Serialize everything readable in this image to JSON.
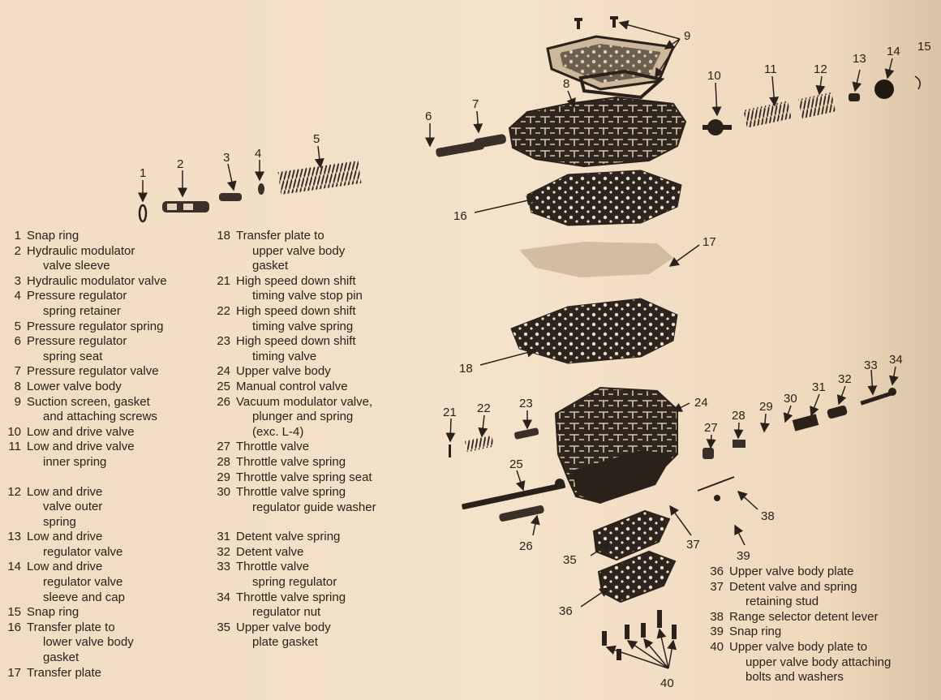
{
  "callouts": [
    {
      "n": "1"
    },
    {
      "n": "2"
    },
    {
      "n": "3"
    },
    {
      "n": "4"
    },
    {
      "n": "5"
    },
    {
      "n": "6"
    },
    {
      "n": "7"
    },
    {
      "n": "8"
    },
    {
      "n": "9"
    },
    {
      "n": "10"
    },
    {
      "n": "11"
    },
    {
      "n": "12"
    },
    {
      "n": "13"
    },
    {
      "n": "14"
    },
    {
      "n": "15"
    },
    {
      "n": "16"
    },
    {
      "n": "17"
    },
    {
      "n": "18"
    },
    {
      "n": "21"
    },
    {
      "n": "22"
    },
    {
      "n": "23"
    },
    {
      "n": "24"
    },
    {
      "n": "25"
    },
    {
      "n": "26"
    },
    {
      "n": "27"
    },
    {
      "n": "28"
    },
    {
      "n": "29"
    },
    {
      "n": "30"
    },
    {
      "n": "31"
    },
    {
      "n": "32"
    },
    {
      "n": "33"
    },
    {
      "n": "34"
    },
    {
      "n": "35"
    },
    {
      "n": "36"
    },
    {
      "n": "37"
    },
    {
      "n": "38"
    },
    {
      "n": "39"
    },
    {
      "n": "40"
    }
  ],
  "legend": {
    "col1": [
      {
        "num": "1",
        "lines": [
          "Snap ring"
        ]
      },
      {
        "num": "2",
        "lines": [
          "Hydraulic modulator",
          "valve sleeve"
        ]
      },
      {
        "num": "3",
        "lines": [
          "Hydraulic modulator valve"
        ]
      },
      {
        "num": "4",
        "lines": [
          "Pressure regulator",
          "spring retainer"
        ]
      },
      {
        "num": "5",
        "lines": [
          "Pressure regulator spring"
        ]
      },
      {
        "num": "6",
        "lines": [
          "Pressure regulator",
          "spring seat"
        ]
      },
      {
        "num": "7",
        "lines": [
          "Pressure regulator valve"
        ]
      },
      {
        "num": "8",
        "lines": [
          "Lower valve body"
        ]
      },
      {
        "num": "9",
        "lines": [
          "Suction screen, gasket",
          "and attaching screws"
        ]
      },
      {
        "num": "10",
        "lines": [
          "Low and drive valve"
        ]
      },
      {
        "num": "11",
        "lines": [
          "Low and drive valve",
          "inner spring"
        ],
        "gap_after": true
      },
      {
        "num": "12",
        "lines": [
          "Low and drive",
          "valve outer",
          "spring"
        ]
      },
      {
        "num": "13",
        "lines": [
          "Low and drive",
          "regulator valve"
        ]
      },
      {
        "num": "14",
        "lines": [
          "Low and drive",
          "regulator valve",
          "sleeve and cap"
        ]
      },
      {
        "num": "15",
        "lines": [
          "Snap ring"
        ]
      },
      {
        "num": "16",
        "lines": [
          "Transfer plate to",
          "lower valve body",
          "gasket"
        ]
      },
      {
        "num": "17",
        "lines": [
          "Transfer plate"
        ]
      }
    ],
    "col2": [
      {
        "num": "18",
        "lines": [
          "Transfer plate to",
          "upper valve body",
          "gasket"
        ]
      },
      {
        "num": "21",
        "lines": [
          "High speed down shift",
          "timing valve stop pin"
        ]
      },
      {
        "num": "22",
        "lines": [
          "High speed down shift",
          "timing valve spring"
        ]
      },
      {
        "num": "23",
        "lines": [
          "High speed down shift",
          "timing valve"
        ]
      },
      {
        "num": "24",
        "lines": [
          "Upper valve body"
        ]
      },
      {
        "num": "25",
        "lines": [
          "Manual control valve"
        ]
      },
      {
        "num": "26",
        "lines": [
          "Vacuum modulator valve,",
          "plunger and spring",
          "(exc. L-4)"
        ]
      },
      {
        "num": "27",
        "lines": [
          "Throttle valve"
        ]
      },
      {
        "num": "28",
        "lines": [
          "Throttle valve spring"
        ]
      },
      {
        "num": "29",
        "lines": [
          "Throttle valve spring seat"
        ]
      },
      {
        "num": "30",
        "lines": [
          "Throttle valve spring",
          "regulator guide washer"
        ],
        "gap_after": true
      },
      {
        "num": "31",
        "lines": [
          "Detent valve spring"
        ]
      },
      {
        "num": "32",
        "lines": [
          "Detent valve"
        ]
      },
      {
        "num": "33",
        "lines": [
          "Throttle valve",
          "spring regulator"
        ]
      },
      {
        "num": "34",
        "lines": [
          "Throttle valve spring",
          "regulator nut"
        ]
      },
      {
        "num": "35",
        "lines": [
          "Upper valve body",
          "plate gasket"
        ]
      }
    ],
    "col3": [
      {
        "num": "36",
        "lines": [
          "Upper valve body plate"
        ]
      },
      {
        "num": "37",
        "lines": [
          "Detent valve and spring",
          "retaining stud"
        ]
      },
      {
        "num": "38",
        "lines": [
          "Range selector detent lever"
        ]
      },
      {
        "num": "39",
        "lines": [
          "Snap ring"
        ]
      },
      {
        "num": "40",
        "lines": [
          "Upper valve body plate to",
          "upper valve body attaching",
          "bolts and washers"
        ]
      }
    ]
  },
  "colors": {
    "paper": "#f2dfc6",
    "ink": "#2a211b"
  }
}
